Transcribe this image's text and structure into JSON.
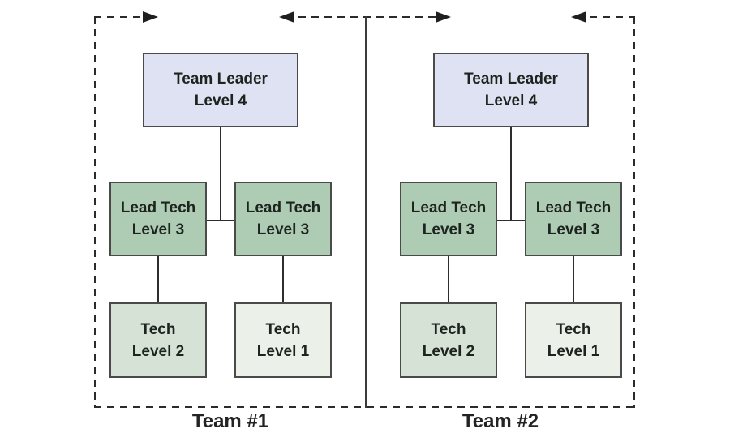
{
  "diagram": {
    "teams": [
      {
        "label": "Team #1",
        "leader": {
          "line1": "Team Leader",
          "line2": "Level 4"
        },
        "lead_tech_left": {
          "line1": "Lead Tech",
          "line2": "Level 3"
        },
        "lead_tech_right": {
          "line1": "Lead Tech",
          "line2": "Level 3"
        },
        "tech_level2": {
          "line1": "Tech",
          "line2": "Level 2"
        },
        "tech_level1": {
          "line1": "Tech",
          "line2": "Level 1"
        }
      },
      {
        "label": "Team #2",
        "leader": {
          "line1": "Team Leader",
          "line2": "Level 4"
        },
        "lead_tech_left": {
          "line1": "Lead Tech",
          "line2": "Level 3"
        },
        "lead_tech_right": {
          "line1": "Lead Tech",
          "line2": "Level 3"
        },
        "tech_level2": {
          "line1": "Tech",
          "line2": "Level 2"
        },
        "tech_level1": {
          "line1": "Tech",
          "line2": "Level 1"
        }
      }
    ],
    "icons": {
      "top_left_arrow": "right-arrow",
      "center_exchange_arrow": "double-headed-arrow",
      "top_right_arrow": "left-arrow"
    },
    "colors": {
      "leader_fill": "#dee2f2",
      "lead_tech_fill": "#aecbb3",
      "tech_level2_fill": "#d6e2d5",
      "tech_level1_fill": "#ebf0e9",
      "line_color": "#2b2b2b"
    }
  }
}
